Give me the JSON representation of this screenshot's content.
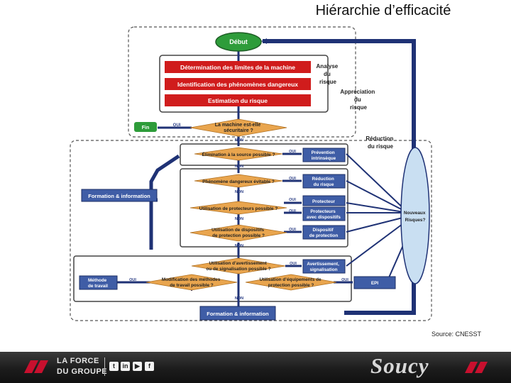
{
  "title": "Hiérarchie d’efficacité",
  "source": "Source: CNESST",
  "diagram": {
    "start": "Début",
    "analysis_steps": [
      "Détermination des limites de la machine",
      "Identification des phénomènes dangereux",
      "Estimation du risque"
    ],
    "side_labels": {
      "analyse": [
        "Analyse",
        "du",
        "risque"
      ],
      "appreciation": [
        "Appréciation",
        "du",
        "risque"
      ],
      "reduction": [
        "Réduction",
        "du risque"
      ]
    },
    "fin": "Fin",
    "yes": "OUI",
    "no": "NON",
    "q_safe": [
      "La machine est-elle",
      "sécuritaire ?"
    ],
    "q_elimination": "Élimination à la source possible ?",
    "q_avoidable": "Phénomène dangereux évitable ?",
    "q_guards": "Utilisation de protecteurs possible ?",
    "q_devices": [
      "Utilisation de dispositifs",
      "de protection possible ?"
    ],
    "q_warning": [
      "Utilisation d’avertissement",
      "ou de signalisation possible ?"
    ],
    "q_methods": [
      "Modification des méthodes",
      "de travail possible ?"
    ],
    "q_ppe": [
      "Utilisation d’équipements de",
      "protection possible ?"
    ],
    "res_prevention": [
      "Prévention",
      "intrinsèque"
    ],
    "res_reduction": [
      "Réduction",
      "du risque"
    ],
    "res_protecteur": "Protecteur",
    "res_protecteurs": [
      "Protecteurs",
      "avec dispositifs"
    ],
    "res_dispositif": [
      "Dispositif",
      "de protection"
    ],
    "res_avertissement": [
      "Avertissement,",
      "signalisation"
    ],
    "res_methode": [
      "Méthode",
      "de travail"
    ],
    "res_epi": "EPI",
    "training": "Formation & information",
    "training_bottom": "Formation & information",
    "new_risks": [
      "Nouveaux",
      "Risques?"
    ]
  },
  "footer": {
    "tagline_1": "LA FORCE",
    "tagline_2": "DU GROUPE",
    "logo": "Soucy",
    "social_icons": [
      "twitter-icon",
      "linkedin-icon",
      "youtube-icon",
      "facebook-icon"
    ],
    "colors": {
      "bar": "#1c1c1c",
      "brand_red": "#c8102e"
    }
  },
  "colors": {
    "start_green": "#2e9c3a",
    "fin_green": "#2e9c3a",
    "step_red": "#d01c1c",
    "decision_orange": "#e9a54e",
    "result_blue": "#3f5da6",
    "training_blue": "#3f5da6",
    "label_yes_no": "#2c3f86",
    "arrow_navy": "#1f3275",
    "new_risks_fill": "#c9dff2"
  }
}
